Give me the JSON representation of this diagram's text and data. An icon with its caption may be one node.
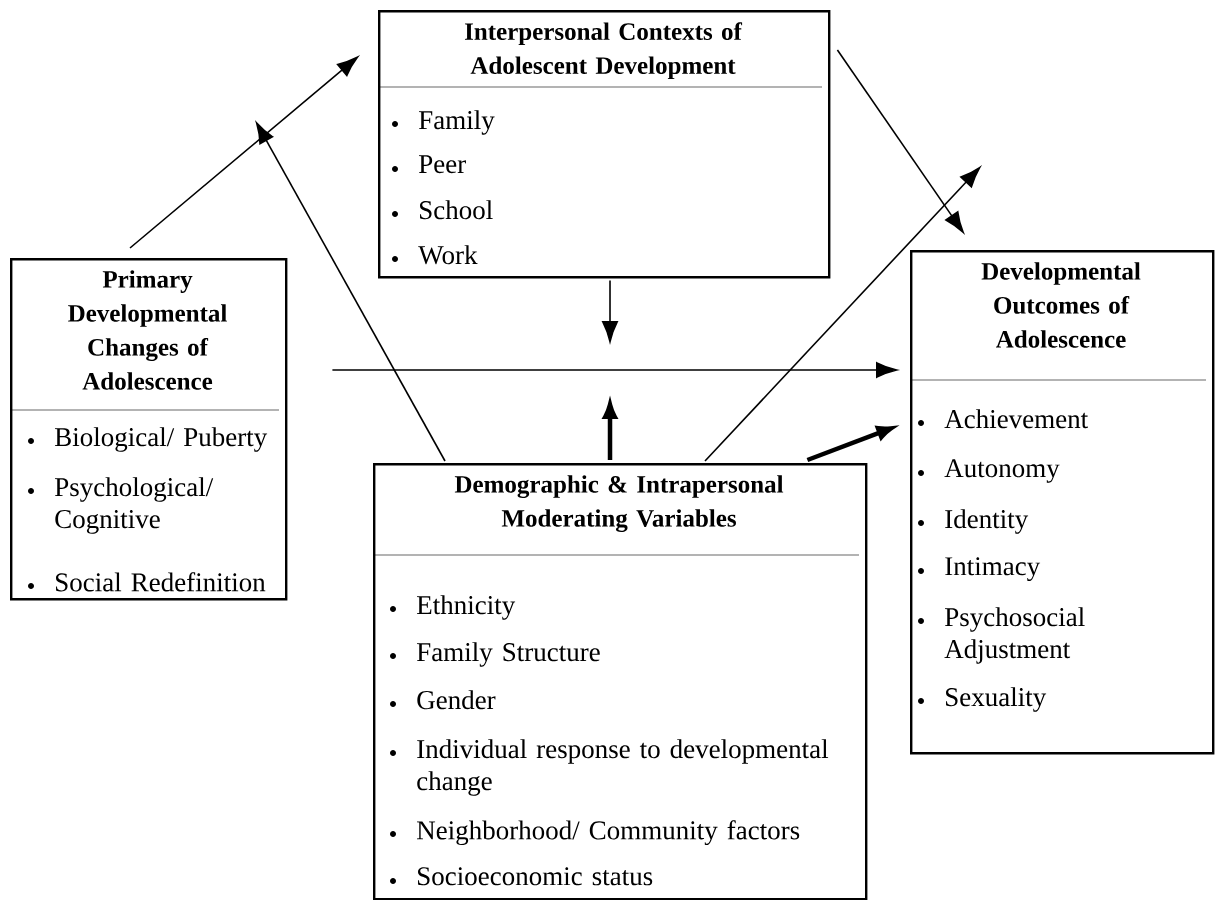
{
  "diagram": {
    "nodes": [
      {
        "text": [
          "Interpersonal Contexts of Adolescent Development",
          "Family",
          "Peer",
          "School",
          "Work"
        ]
      },
      {
        "text": [
          "Primary Developmental Changes of Adolescence",
          "Biological/ Puberty",
          "Psychological/ Cognitive",
          "Social Redefinition"
        ]
      },
      {
        "text": [
          "Developmental Outcomes of Adolescence",
          "Achievement",
          "Autonomy",
          "Identity",
          "Intimacy",
          "Psychosocial Adjustment",
          "Sexuality"
        ]
      },
      {
        "text": [
          "Demographic & Intrapersonal Moderating Variables",
          "Ethnicity",
          "Family Structure",
          "Gender",
          "Individual response to developmental change",
          "Neighborhood/ Community factors",
          "Socioeconomic status"
        ]
      }
    ],
    "edges": [
      {
        "from": 1,
        "to": 0,
        "arrow": "to"
      },
      {
        "from": 0,
        "to": 2,
        "arrow": "to"
      },
      {
        "from": 1,
        "to": 2,
        "arrow": "to"
      },
      {
        "from": 3,
        "to": null,
        "arrow": "to"
      },
      {
        "from": 3,
        "to": null,
        "arrow": "to"
      },
      {
        "from": 0,
        "to": null,
        "arrow": "to"
      },
      {
        "from": 3,
        "to": null,
        "arrow": "to",
        "style": "thick"
      },
      {
        "from": 3,
        "to": 2,
        "arrow": "to",
        "style": "thick"
      }
    ]
  }
}
